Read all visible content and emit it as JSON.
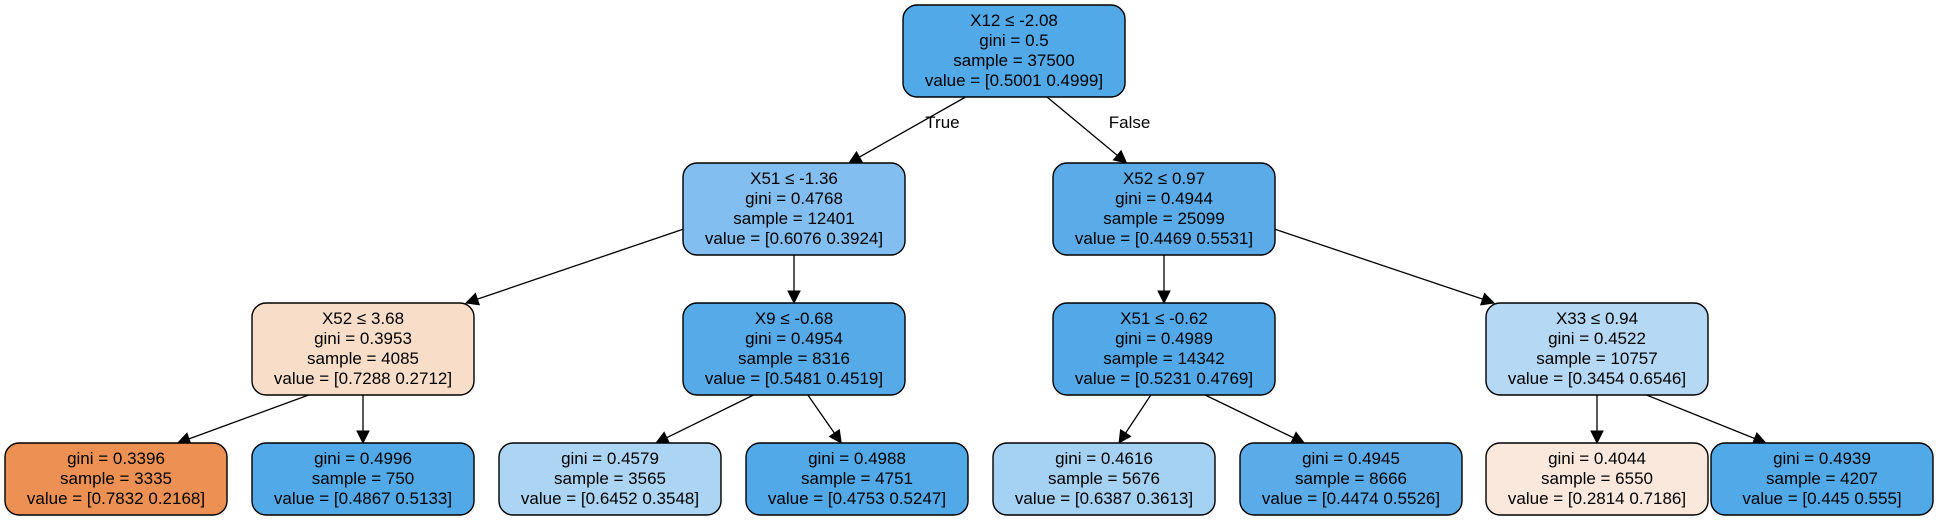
{
  "nodes": [
    {
      "id": "n0",
      "lines": [
        "X12 ≤ -2.08",
        "gini = 0.5",
        "sample = 37500",
        "value = [0.5001 0.4999]"
      ],
      "fill": "#52a9e8"
    },
    {
      "id": "n1",
      "lines": [
        "X51 ≤ -1.36",
        "gini = 0.4768",
        "sample = 12401",
        "value = [0.6076 0.3924]"
      ],
      "fill": "#82bff0"
    },
    {
      "id": "n2",
      "lines": [
        "X52 ≤ 0.97",
        "gini = 0.4944",
        "sample = 25099",
        "value = [0.4469 0.5531]"
      ],
      "fill": "#5aabe8"
    },
    {
      "id": "n3",
      "lines": [
        "X52 ≤ 3.68",
        "gini = 0.3953",
        "sample = 4085",
        "value = [0.7288 0.2712]"
      ],
      "fill": "#f8dec9"
    },
    {
      "id": "n4",
      "lines": [
        "X9 ≤ -0.68",
        "gini = 0.4954",
        "sample = 8316",
        "value = [0.5481 0.4519]"
      ],
      "fill": "#57aae8"
    },
    {
      "id": "n5",
      "lines": [
        "X51 ≤ -0.62",
        "gini = 0.4989",
        "sample = 14342",
        "value = [0.5231 0.4769]"
      ],
      "fill": "#53a9e8"
    },
    {
      "id": "n6",
      "lines": [
        "X33 ≤ 0.94",
        "gini = 0.4522",
        "sample = 10757",
        "value = [0.3454 0.6546]"
      ],
      "fill": "#b5d9f5"
    },
    {
      "id": "n7",
      "lines": [
        "gini = 0.3396",
        "sample = 3335",
        "value = [0.7832 0.2168]"
      ],
      "fill": "#ec9153"
    },
    {
      "id": "n8",
      "lines": [
        "gini = 0.4996",
        "sample = 750",
        "value = [0.4867 0.5133]"
      ],
      "fill": "#52a9e8"
    },
    {
      "id": "n9",
      "lines": [
        "gini = 0.4579",
        "sample = 3565",
        "value = [0.6452 0.3548]"
      ],
      "fill": "#acd5f4"
    },
    {
      "id": "n10",
      "lines": [
        "gini = 0.4988",
        "sample = 4751",
        "value = [0.4753 0.5247]"
      ],
      "fill": "#52a9e8"
    },
    {
      "id": "n11",
      "lines": [
        "gini = 0.4616",
        "sample = 5676",
        "value = [0.6387 0.3613]"
      ],
      "fill": "#a5d2f3"
    },
    {
      "id": "n12",
      "lines": [
        "gini = 0.4945",
        "sample = 8666",
        "value = [0.4474 0.5526]"
      ],
      "fill": "#5aabe8"
    },
    {
      "id": "n13",
      "lines": [
        "gini = 0.4044",
        "sample = 6550",
        "value = [0.2814 0.7186]"
      ],
      "fill": "#fbe8dd"
    },
    {
      "id": "n14",
      "lines": [
        "gini = 0.4939",
        "sample = 4207",
        "value = [0.445 0.555]"
      ],
      "fill": "#52a9e8"
    }
  ],
  "edges": [
    {
      "from": "n0",
      "to": "n1",
      "label": "True"
    },
    {
      "from": "n0",
      "to": "n2",
      "label": "False"
    },
    {
      "from": "n1",
      "to": "n3",
      "label": ""
    },
    {
      "from": "n1",
      "to": "n4",
      "label": ""
    },
    {
      "from": "n2",
      "to": "n5",
      "label": ""
    },
    {
      "from": "n2",
      "to": "n6",
      "label": ""
    },
    {
      "from": "n3",
      "to": "n7",
      "label": ""
    },
    {
      "from": "n3",
      "to": "n8",
      "label": ""
    },
    {
      "from": "n4",
      "to": "n9",
      "label": ""
    },
    {
      "from": "n4",
      "to": "n10",
      "label": ""
    },
    {
      "from": "n5",
      "to": "n11",
      "label": ""
    },
    {
      "from": "n5",
      "to": "n12",
      "label": ""
    },
    {
      "from": "n6",
      "to": "n13",
      "label": ""
    },
    {
      "from": "n6",
      "to": "n14",
      "label": ""
    }
  ]
}
